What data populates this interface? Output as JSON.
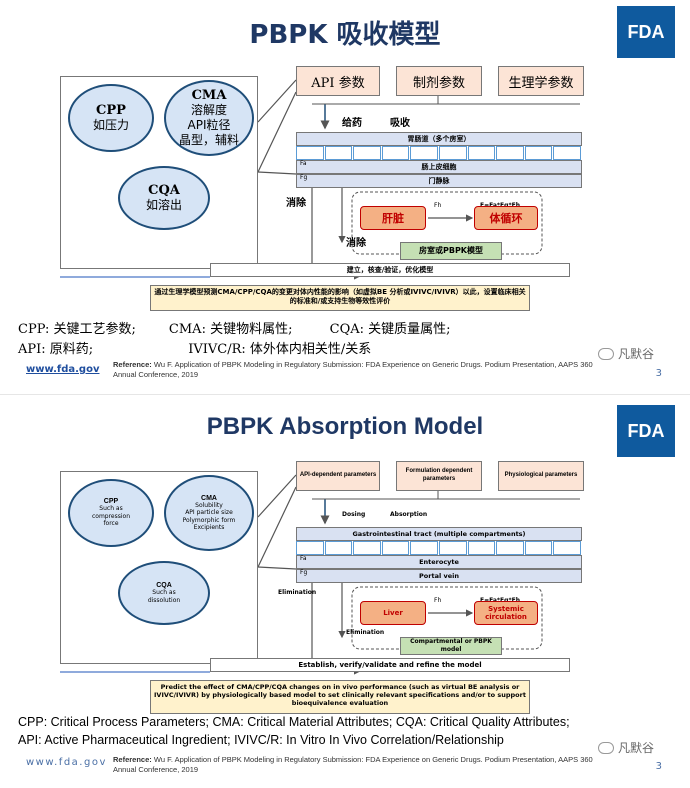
{
  "slide1": {
    "title": "PBPK 吸收模型",
    "logo": "FDA",
    "cpp": {
      "head": "CPP",
      "body": "如压力"
    },
    "cma": {
      "head": "CMA",
      "l1": "溶解度",
      "l2": "API粒径",
      "l3": "晶型，辅料"
    },
    "cqa": {
      "head": "CQA",
      "body": "如溶出"
    },
    "params": [
      "API 参数",
      "制剂参数",
      "生理学参数"
    ],
    "dosing": "给药",
    "absorption": "吸收",
    "gi": "胃肠道（多个房室）",
    "fa": "Fa",
    "fg": "Fg",
    "enterocyte": "肠上皮细胞",
    "portal": "门静脉",
    "elim1": "消除",
    "elim2": "消除",
    "fh": "Fh",
    "formula": "F=Fa*Fg*Fh",
    "liver": "肝脏",
    "systemic": "体循环",
    "compartment": "房室或PBPK模型",
    "establish": "建立，核查/验证，优化模型",
    "predict": "通过生理学模型预测CMA/CPP/CQA的变更对体内性能的影响（如虚拟BE 分析或IVIVC/IVIVR）以此，设置临床相关的标准和/或支持生物等效性评价",
    "abbr1": "CPP: 关键工艺参数;        CMA: 关键物料属性;         CQA: 关键质量属性;",
    "abbr2": "API: 原料药;                       IVIVC/R: 体外体内相关性/关系",
    "link": "www.fda.gov",
    "ref_label": "Reference:",
    "ref": "Wu F. Application of PBPK Modeling in Regulatory Submission: FDA Experience on Generic Drugs. Podium Presentation, AAPS 360 Annual Conference, 2019",
    "page": "3",
    "watermark": "凡默谷"
  },
  "slide2": {
    "title": "PBPK Absorption Model",
    "logo": "FDA",
    "cpp": {
      "head": "CPP",
      "body": "Such as compression force"
    },
    "cma": {
      "head": "CMA",
      "l1": "Solubility",
      "l2": "API particle size",
      "l3": "Polymorphic form Excipients"
    },
    "cqa": {
      "head": "CQA",
      "body": "Such as dissolution"
    },
    "params": [
      "API-dependent parameters",
      "Formulation dependent parameters",
      "Physiological parameters"
    ],
    "dosing": "Dosing",
    "absorption": "Absorption",
    "gi": "Gastrointestinal tract (multiple compartments)",
    "fa": "Fa",
    "fg": "Fg",
    "enterocyte": "Enterocyte",
    "portal": "Portal vein",
    "elim1": "Elimination",
    "elim2": "Elimination",
    "fh": "Fh",
    "formula": "F=Fa*Fg*Fh",
    "liver": "Liver",
    "systemic": "Systemic circulation",
    "compartment": "Compartmental or PBPK model",
    "establish": "Establish, verify/validate and refine the model",
    "predict": "Predict the effect of CMA/CPP/CQA changes on in vivo performance (such as virtual BE analysis or IVIVC/IVIVR) by physiologically based model to set clinically relevant specifications and/or to support bioequivalence evaluation",
    "abbr1": "CPP: Critical Process Parameters; CMA: Critical Material Attributes; CQA: Critical Quality Attributes;",
    "abbr2": "API: Active Pharmaceutical Ingredient; IVIVC/R: In Vitro In Vivo Correlation/Relationship",
    "link": "www.fda.gov",
    "ref_label": "Reference:",
    "ref": "Wu F. Application of PBPK Modeling in Regulatory Submission: FDA Experience on Generic Drugs. Podium Presentation, AAPS 360 Annual Conference, 2019",
    "page": "3",
    "watermark": "凡默谷"
  }
}
